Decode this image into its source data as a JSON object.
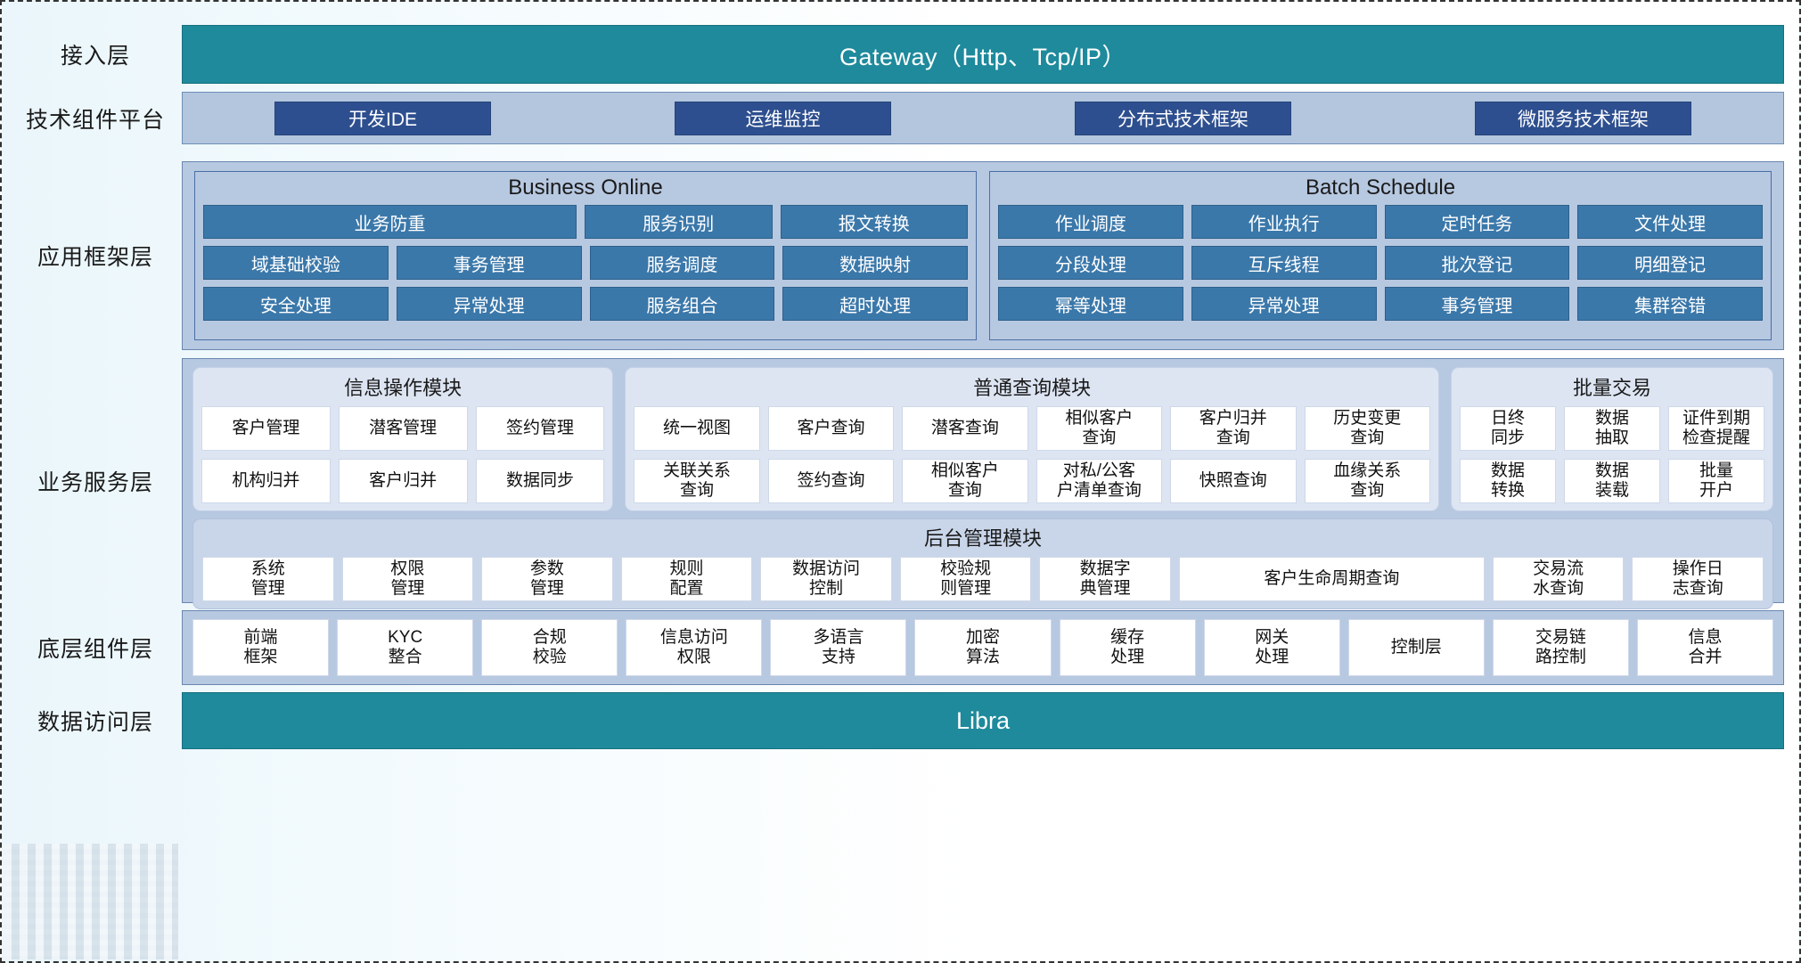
{
  "layers": [
    {
      "label": "接入层"
    },
    {
      "label": "技术组件平台"
    },
    {
      "label": "应用框架层"
    },
    {
      "label": "业务服务层"
    },
    {
      "label": "底层组件层"
    },
    {
      "label": "数据访问层"
    }
  ],
  "gateway": {
    "title": "Gateway（Http、Tcp/IP）",
    "color": "#1e8a9c"
  },
  "tech_platform": {
    "items": [
      {
        "label": "开发IDE"
      },
      {
        "label": "运维监控"
      },
      {
        "label": "分布式技术框架"
      },
      {
        "label": "微服务技术框架"
      }
    ],
    "box_color": "#2e4f8f"
  },
  "app_framework": {
    "panels": [
      {
        "title": "Business Online",
        "rows": [
          [
            {
              "label": "业务防重",
              "span": 2
            },
            {
              "label": "服务识别",
              "span": 1
            },
            {
              "label": "报文转换",
              "span": 1
            }
          ],
          [
            {
              "label": "域基础校验",
              "span": 1
            },
            {
              "label": "事务管理",
              "span": 1
            },
            {
              "label": "服务调度",
              "span": 1
            },
            {
              "label": "数据映射",
              "span": 1
            }
          ],
          [
            {
              "label": "安全处理",
              "span": 1
            },
            {
              "label": "异常处理",
              "span": 1
            },
            {
              "label": "服务组合",
              "span": 1
            },
            {
              "label": "超时处理",
              "span": 1
            }
          ]
        ]
      },
      {
        "title": "Batch Schedule",
        "rows": [
          [
            {
              "label": "作业调度",
              "span": 1
            },
            {
              "label": "作业执行",
              "span": 1
            },
            {
              "label": "定时任务",
              "span": 1
            },
            {
              "label": "文件处理",
              "span": 1
            }
          ],
          [
            {
              "label": "分段处理",
              "span": 1
            },
            {
              "label": "互斥线程",
              "span": 1
            },
            {
              "label": "批次登记",
              "span": 1
            },
            {
              "label": "明细登记",
              "span": 1
            }
          ],
          [
            {
              "label": "幂等处理",
              "span": 1
            },
            {
              "label": "异常处理",
              "span": 1
            },
            {
              "label": "事务管理",
              "span": 1
            },
            {
              "label": "集群容错",
              "span": 1
            }
          ]
        ]
      }
    ],
    "cell_color": "#3b78aa"
  },
  "business_service": {
    "modules": [
      {
        "title": "信息操作模块",
        "rows": [
          [
            "客户管理",
            "潜客管理",
            "签约管理"
          ],
          [
            "机构归并",
            "客户归并",
            "数据同步"
          ]
        ]
      },
      {
        "title": "普通查询模块",
        "rows": [
          [
            "统一视图",
            "客户查询",
            "潜客查询",
            "相似客户\n查询",
            "客户归并\n查询",
            "历史变更\n查询"
          ],
          [
            "关联关系\n查询",
            "签约查询",
            "相似客户\n查询",
            "对私/公客\n户清单查询",
            "快照查询",
            "血缘关系\n查询"
          ]
        ]
      },
      {
        "title": "批量交易",
        "rows": [
          [
            "日终\n同步",
            "数据\n抽取",
            "证件到期\n检查提醒"
          ],
          [
            "数据\n转换",
            "数据\n装载",
            "批量\n开户"
          ]
        ]
      }
    ],
    "admin": {
      "title": "后台管理模块",
      "items": [
        {
          "label": "系统\n管理",
          "wide": false
        },
        {
          "label": "权限\n管理",
          "wide": false
        },
        {
          "label": "参数\n管理",
          "wide": false
        },
        {
          "label": "规则\n配置",
          "wide": false
        },
        {
          "label": "数据访问\n控制",
          "wide": false
        },
        {
          "label": "校验规\n则管理",
          "wide": false
        },
        {
          "label": "数据字\n典管理",
          "wide": false
        },
        {
          "label": "客户生命周期查询",
          "wide": true
        },
        {
          "label": "交易流\n水查询",
          "wide": false
        },
        {
          "label": "操作日\n志查询",
          "wide": false
        }
      ]
    }
  },
  "bottom_components": {
    "items": [
      "前端\n框架",
      "KYC\n整合",
      "合规\n校验",
      "信息访问\n权限",
      "多语言\n支持",
      "加密\n算法",
      "缓存\n处理",
      "网关\n处理",
      "控制层",
      "交易链\n路控制",
      "信息\n合并"
    ]
  },
  "data_access": {
    "title": "Libra",
    "color": "#1e8a9c"
  }
}
